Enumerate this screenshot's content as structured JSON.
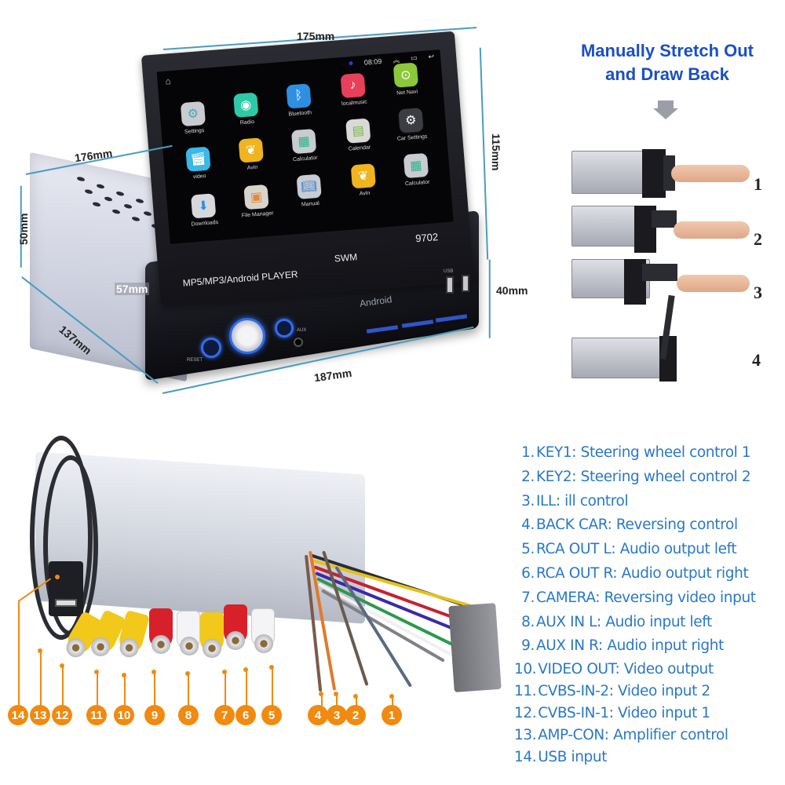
{
  "dimensions": {
    "screen_width": "175mm",
    "screen_height": "115mm",
    "chassis_length": "176mm",
    "chassis_height": "50mm",
    "chassis_depth": "137mm",
    "face_height": "57mm",
    "face_width": "187mm",
    "face_depth": "40mm"
  },
  "head_unit": {
    "status_bar": {
      "time": "08:09",
      "icons": [
        "home-icon",
        "up-arrows-icon",
        "recent-apps-icon",
        "back-icon"
      ]
    },
    "apps": [
      {
        "label": "Settings",
        "icon": "gear-icon",
        "color": "#c9cbd0"
      },
      {
        "label": "Radio",
        "icon": "radio-icon",
        "color": "#2ec9a8"
      },
      {
        "label": "Bluetooth",
        "icon": "bluetooth-icon",
        "color": "#2f8fe0"
      },
      {
        "label": "localmusic",
        "icon": "music-note-icon",
        "color": "#e8405a"
      },
      {
        "label": "Net Navi",
        "icon": "map-pin-icon",
        "color": "#8cc83a"
      },
      {
        "label": "video",
        "icon": "clapperboard-icon",
        "color": "#3ab8e8"
      },
      {
        "label": "Avin",
        "icon": "avin-icon",
        "color": "#f0b420"
      },
      {
        "label": "Calculator",
        "icon": "calculator-icon",
        "color": "#c8cbd0"
      },
      {
        "label": "Calendar",
        "icon": "calendar-icon",
        "color": "#d8dad8"
      },
      {
        "label": "Car Settings",
        "icon": "car-settings-icon",
        "color": "#3c3d42"
      },
      {
        "label": "Downloads",
        "icon": "download-icon",
        "color": "#d6d8dc"
      },
      {
        "label": "File Manager",
        "icon": "file-manager-icon",
        "color": "#d8d4cc"
      },
      {
        "label": "Manual",
        "icon": "book-icon",
        "color": "#c8ccd4"
      },
      {
        "label": "Avin",
        "icon": "avin-icon",
        "color": "#f0b420"
      },
      {
        "label": "Calculator",
        "icon": "calculator-icon",
        "color": "#c8cbd0"
      }
    ],
    "model": "9702",
    "brand": "SWM",
    "player_label": "MP5/MP3/Android PLAYER",
    "android_label": "Android",
    "port_labels": [
      "USB",
      "USB"
    ],
    "reset_label": "RESET",
    "aux_label": "AUX"
  },
  "stretch_panel": {
    "title_line1": "Manually Stretch Out",
    "title_line2": "and Draw Back",
    "steps": [
      "1",
      "2",
      "3",
      "4"
    ]
  },
  "wiring": {
    "callouts": [
      "14",
      "13",
      "12",
      "11",
      "10",
      "9",
      "8",
      "7",
      "6",
      "5",
      "4",
      "3",
      "2",
      "1"
    ],
    "legend": [
      {
        "num": "1.",
        "text": "KEY1: Steering wheel control 1"
      },
      {
        "num": "2.",
        "text": "KEY2: Steering wheel control 2"
      },
      {
        "num": "3.",
        "text": "ILL: ill control"
      },
      {
        "num": "4.",
        "text": "BACK CAR: Reversing control"
      },
      {
        "num": "5.",
        "text": "RCA OUT L: Audio output left"
      },
      {
        "num": "6.",
        "text": "RCA OUT R: Audio output right"
      },
      {
        "num": "7.",
        "text": "CAMERA: Reversing video input"
      },
      {
        "num": "8.",
        "text": "AUX IN L: Audio input left"
      },
      {
        "num": "9.",
        "text": "AUX IN R: Audio input right"
      },
      {
        "num": "10.",
        "text": "VIDEO OUT: Video output"
      },
      {
        "num": "11.",
        "text": "CVBS-IN-2: Video input 2"
      },
      {
        "num": "12.",
        "text": "CVBS-IN-1: Video input 1"
      },
      {
        "num": "13.",
        "text": "AMP-CON: Amplifier control"
      },
      {
        "num": "14.",
        "text": "USB input"
      }
    ]
  },
  "colors": {
    "legend_blue": "#2a78c6",
    "title_blue": "#1b4fc4",
    "callout_orange": "#f08a10",
    "dimension_line": "#4a9cc0"
  }
}
